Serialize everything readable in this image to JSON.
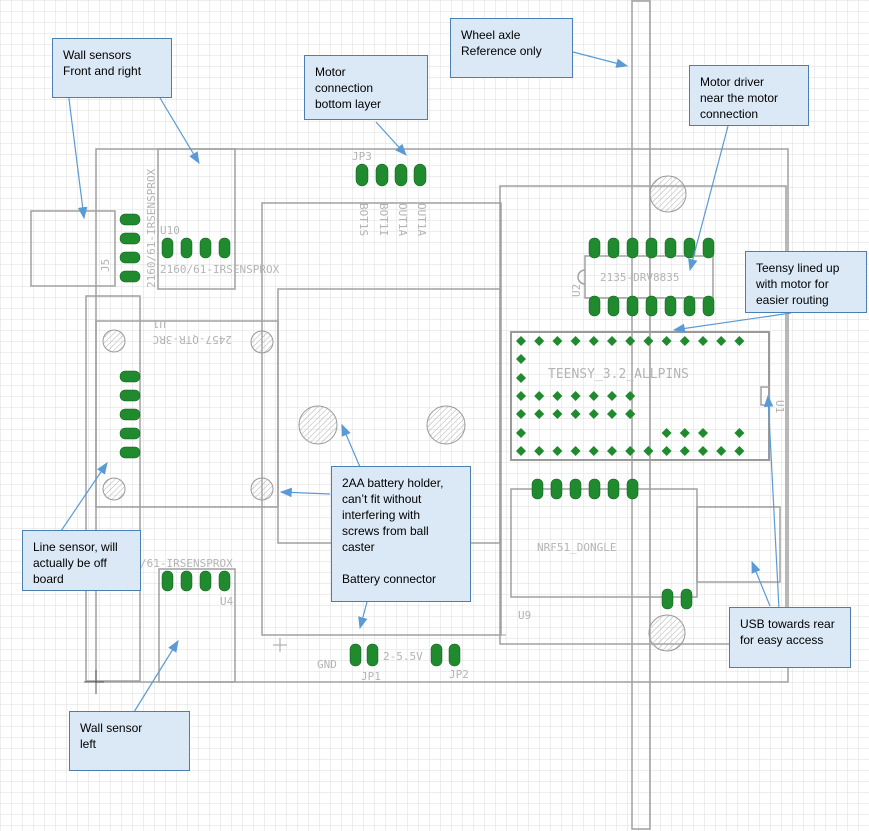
{
  "callouts": {
    "wall_front_right": "Wall sensors\nFront and right",
    "motor_connection": "Motor\nconnection\nbottom layer",
    "wheel_axle": "Wheel axle\nReference only",
    "motor_driver": "Motor driver\nnear the motor\nconnection",
    "teensy": "Teensy lined up\nwith motor for\neasier routing",
    "battery": "2AA battery holder,\ncan’t fit without\ninterfering with\nscrews from ball\ncaster\n\nBattery connector",
    "line_sensor": "Line sensor, will\nactually be off\nboard",
    "usb": "USB towards rear\nfor easy access",
    "wall_left": "Wall sensor\nleft"
  },
  "pcb_labels": {
    "jp3": "JP3",
    "bot1": "BOT1S",
    "bot2": "BOT1I",
    "out1": "OUT1A",
    "out2": "OUT1A",
    "u10": "U10",
    "irsens_v": "2160/61-IRSENSPROX",
    "irsens_h": "2160/61-IRSENSPROX",
    "j5": "J5",
    "u1_left": "U1",
    "qtr": "2457-QTR-3RC",
    "u2": "U2",
    "drv": "2135-DRV8835",
    "teensy": "TEENSY_3.2_ALLPINS",
    "u1_right": "U1",
    "nrf": "NRF51_DONGLE",
    "u9": "U9",
    "irsens_bottom": "/61-IRSENSPROX",
    "u4": "U4",
    "gnd": "GND",
    "v55": "2-5.5V",
    "jp1": "JP1",
    "jp2": "JP2"
  },
  "colors": {
    "grid": "#dcdcdc",
    "outline": "#a0a0a0",
    "pad": "#1f8a2e",
    "pad_center": "#6cc36c",
    "callout_fill": "#dbe8f5",
    "callout_border": "#4a7fb0",
    "arrow": "#5b9bd5"
  }
}
